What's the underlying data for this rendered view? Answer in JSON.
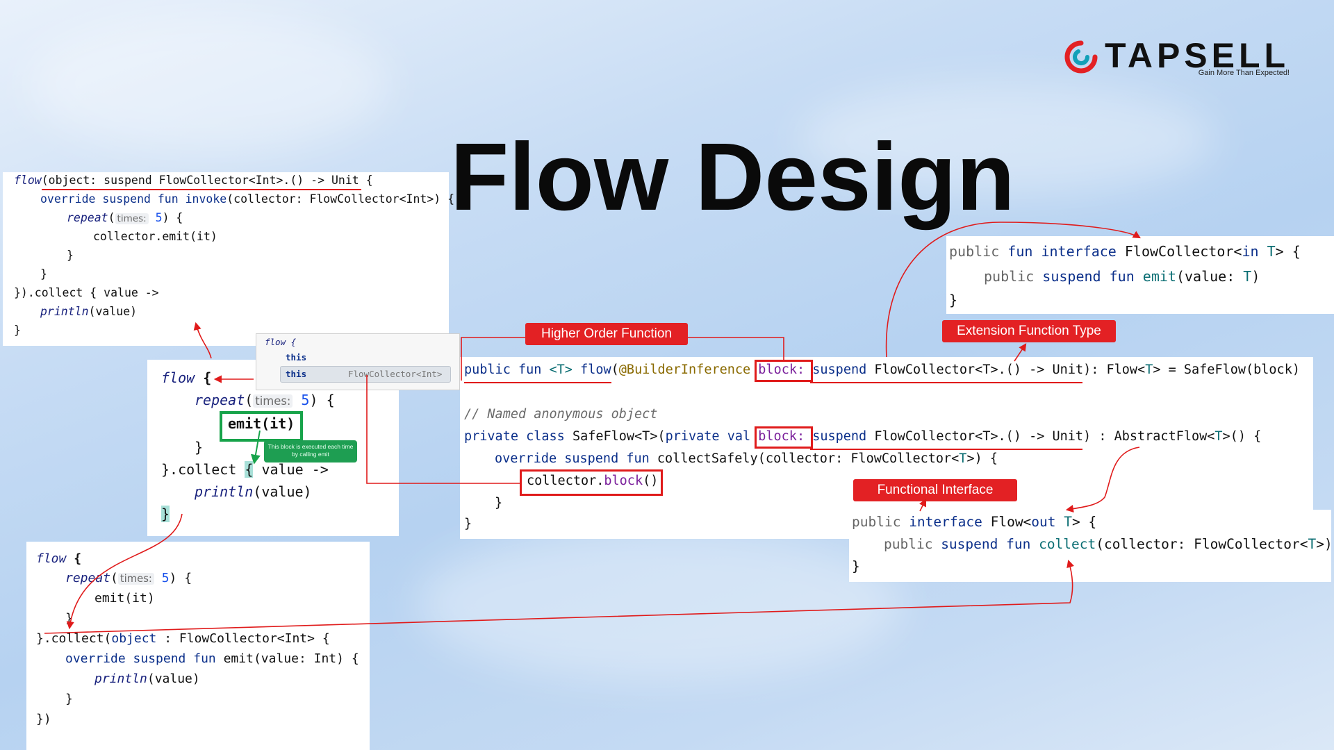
{
  "slide": {
    "title": "Flow Design",
    "logo": {
      "brand": "TAPSELL",
      "tagline": "Gain More Than Expected!",
      "accent": "#e32124"
    }
  },
  "panel_top_left": {
    "l1": [
      "flow",
      "(object: suspend FlowCollector<Int>.() -> Unit {"
    ],
    "l2": [
      "override suspend fun ",
      "invoke",
      "(collector: FlowCollector<Int>) {"
    ],
    "l3": [
      "repeat",
      "(",
      "times:",
      " 5",
      ") {"
    ],
    "l4": "collector.emit(it)",
    "l5": "}",
    "l6": "}",
    "l7": "}).collect { value ->",
    "l8": [
      "println",
      "(value)"
    ],
    "l9": "}"
  },
  "autocomplete": {
    "header": "flow {",
    "item1": "this",
    "item2": "this",
    "item2_type": "FlowCollector<Int>"
  },
  "panel_mid_left": {
    "l1": [
      "flow",
      " {"
    ],
    "l2": [
      "repeat",
      "(",
      "times:",
      " 5",
      ") {"
    ],
    "l3": "emit(it)",
    "l4": "}",
    "l5": [
      "}.collect ",
      "{",
      " value ->"
    ],
    "l6": [
      "println",
      "(value)"
    ],
    "l7": "}",
    "note": "This block is executed each time by calling emit"
  },
  "panel_bottom_left": {
    "l1": [
      "flow",
      " {"
    ],
    "l2": [
      "repeat",
      "(",
      "times:",
      " 5",
      ") {"
    ],
    "l3": "emit(it)",
    "l4": "}",
    "l5": [
      "}.collect(",
      "object",
      " : FlowCollector<Int> {"
    ],
    "l6": [
      "override suspend fun ",
      "emit",
      "(value: Int) {"
    ],
    "l7": [
      "println",
      "(value)"
    ],
    "l8": "}",
    "l9": "})"
  },
  "panel_center": {
    "l1": [
      "public fun ",
      "<T>",
      " flow",
      "(",
      "@BuilderInference",
      " ",
      "block:",
      " ",
      "suspend",
      " FlowCollector<T>.() -> Unit): Flow<",
      "T",
      "> = SafeFlow(block)"
    ],
    "l2": "// Named anonymous object",
    "l3": [
      "private class ",
      "SafeFlow<T>(",
      "private val ",
      "block:",
      " ",
      "suspend",
      " FlowCollector<T>.() -> Unit) : AbstractFlow<",
      "T",
      ">() {"
    ],
    "l4": [
      "override suspend fun ",
      "collectSafely",
      "(collector: FlowCollector<",
      "T",
      ">) {"
    ],
    "l5": [
      "collector.",
      "block",
      "()"
    ],
    "l6": "}",
    "l7": "}"
  },
  "panel_top_right": {
    "l1": [
      "public ",
      "fun interface ",
      "FlowCollector<",
      "in ",
      "T",
      "> {"
    ],
    "l2": [
      "public ",
      "suspend fun ",
      "emit",
      "(value: ",
      "T",
      ")"
    ],
    "l3": "}"
  },
  "panel_bottom_right": {
    "l1": [
      "public ",
      "interface ",
      "Flow<",
      "out ",
      "T",
      "> {"
    ],
    "l2": [
      "public ",
      "suspend fun ",
      "collect",
      "(collector: FlowCollector<",
      "T",
      ">)"
    ],
    "l3": "}"
  },
  "labels": {
    "higher_order": "Higher Order Function",
    "extension_type": "Extension Function Type",
    "functional_interface": "Functional Interface"
  },
  "colors": {
    "annotation_red": "#e01b1b",
    "highlight_green": "#17a34a",
    "keyword_blue": "#0b2f8a"
  }
}
